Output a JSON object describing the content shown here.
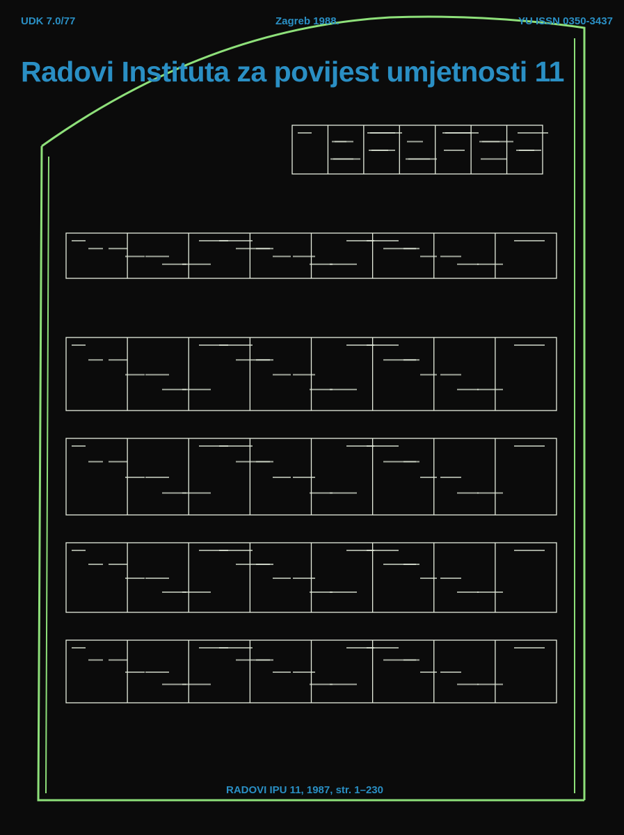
{
  "cover": {
    "udk": "UDK 7.0/77",
    "place_year": "Zagreb 1988.",
    "issn": "YU ISSN 0350-3437",
    "title": "Radovi Instituta za povijest umjetnosti 11",
    "footer": "RADOVI IPU 11, 1987, str. 1–230"
  },
  "colors": {
    "background": "#0b0b0b",
    "text": "#2a8fc4",
    "drawing": "#8ee07a"
  }
}
